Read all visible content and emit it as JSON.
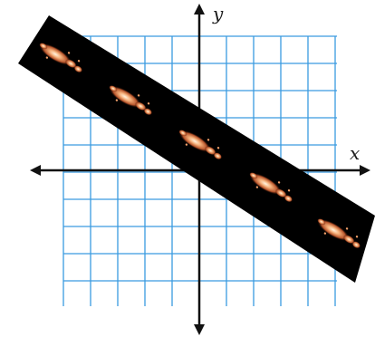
{
  "axes": {
    "x_label": "x",
    "y_label": "y"
  },
  "grid": {
    "visible": true,
    "color": "#3a9be0"
  },
  "strip": {
    "color": "#000000",
    "glow_colors": [
      "#ffe6c8",
      "#f2a06a",
      "#b5532a"
    ],
    "blob_count": 5
  }
}
